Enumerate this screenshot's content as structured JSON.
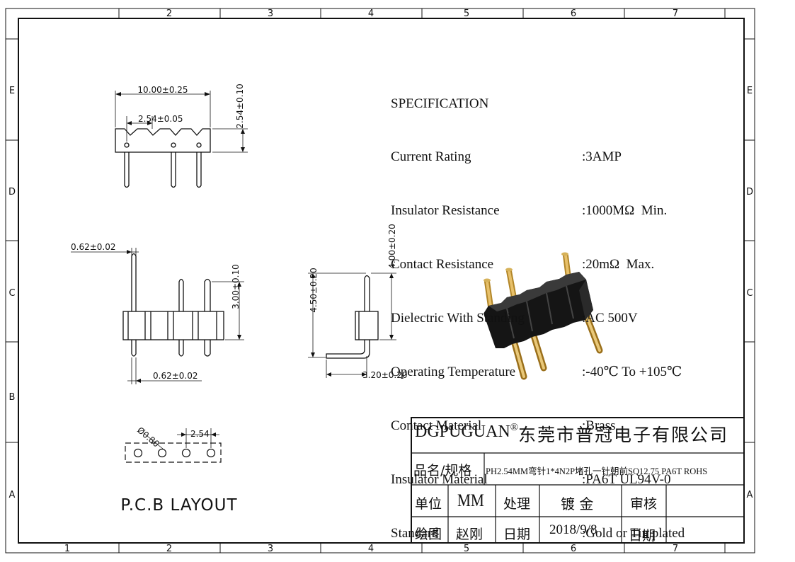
{
  "frame": {
    "columns_top": [
      "2",
      "3",
      "4",
      "5",
      "6",
      "7"
    ],
    "columns_bottom": [
      "1",
      "2",
      "3",
      "4",
      "5",
      "6",
      "7"
    ],
    "rows_left": [
      "E",
      "D",
      "C",
      "B",
      "A"
    ],
    "rows_right": [
      "E",
      "D",
      "C",
      "A"
    ]
  },
  "specification": {
    "heading": "SPECIFICATION",
    "rows": [
      {
        "label": "Current Rating",
        "value": ":3AMP"
      },
      {
        "label": "Insulator Resistance",
        "value": ":1000MΩ  Min."
      },
      {
        "label": "Contact Resistance",
        "value": ":20mΩ  Max."
      },
      {
        "label": "Dielectric With Standing",
        "value": ":AC 500V"
      },
      {
        "label": "Operating Temperature",
        "value": ":-40℃ To +105℃"
      },
      {
        "label": "Contact Material",
        "value": ":Brass"
      },
      {
        "label": "Insulator Material",
        "value": ":PA6T UL94V-0"
      },
      {
        "label": "Standard",
        "value": ":Gold or Tin plated"
      }
    ]
  },
  "dimensions": {
    "top_length": "10.00±0.25",
    "top_pitch": "2.54±0.05",
    "top_height": "2.54±0.10",
    "pin_width_top": "0.62±0.02",
    "pin_width_bottom": "0.62±0.02",
    "body_height": "3.00±0.10",
    "side_total": "4.50±0.20",
    "side_upper": "4.00±0.20",
    "side_offset": "3.20±0.20",
    "pcb_hole": "Ø0.80",
    "pcb_pitch": "2.54"
  },
  "pcb_title": "P.C.B LAYOUT",
  "title_block": {
    "company_en": "DGPUGUAN",
    "registered": "®",
    "company_cn": "东莞市普冠电子有限公司",
    "name_label": "品名/规格",
    "name_value": "PH2.54MM弯针1*4N2P堵孔一针朝前SQ12.75 PA6T ROHS",
    "unit_label": "单位",
    "unit_value": "MM",
    "process_label": "处理",
    "process_value": "镀 金",
    "review_label": "审核",
    "review_value": "",
    "drawn_label": "绘图",
    "drawn_value": "赵刚",
    "date_label": "日期",
    "date_value": "2018/9/8",
    "date_label2": "日期",
    "date_value2": ""
  },
  "colors": {
    "line": "#111111",
    "pin_gold": "#d4a441",
    "insulator": "#1a1a1a"
  }
}
